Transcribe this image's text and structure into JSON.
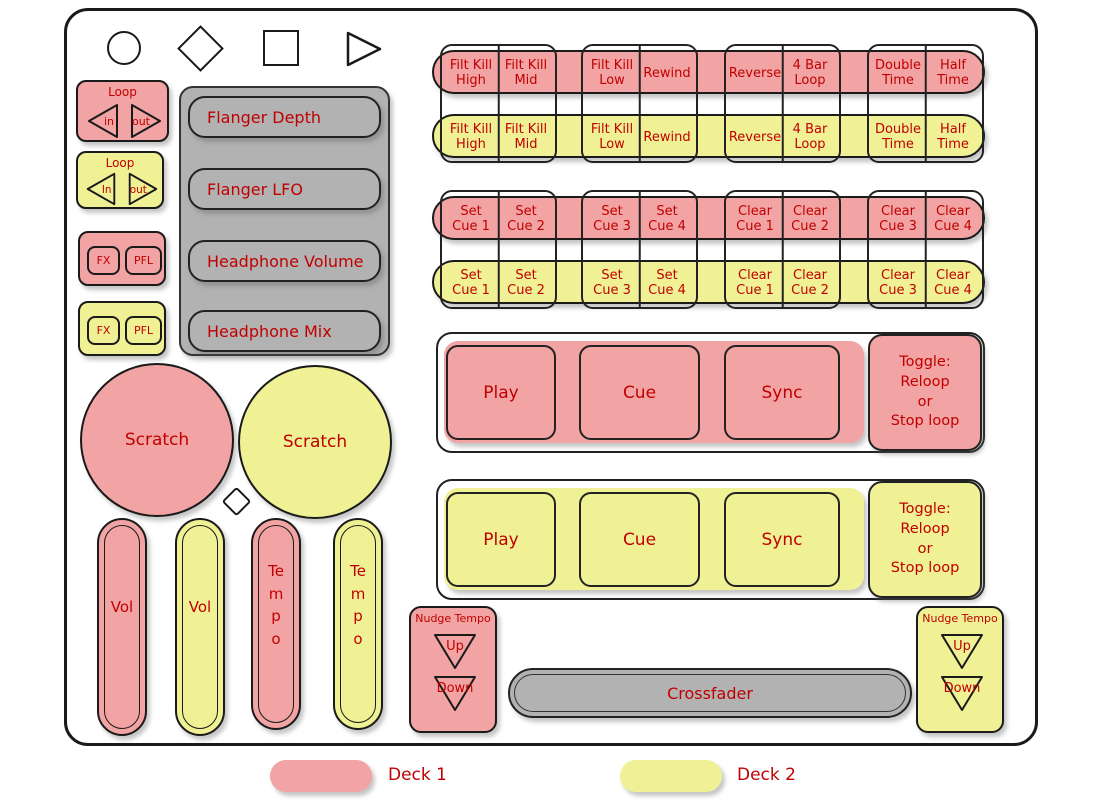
{
  "colors": {
    "deck1": "#f2a3a3",
    "deck2": "#f0f195",
    "gray": "#b2b2b2",
    "label": "#c00000",
    "outline": "#1a1a1a"
  },
  "left_panel": {
    "loop_deck1": {
      "title": "Loop",
      "in": "in",
      "out": "out"
    },
    "loop_deck2": {
      "title": "Loop",
      "in": "In",
      "out": "out"
    },
    "fx_deck1": {
      "fx": "FX",
      "pfl": "PFL"
    },
    "fx_deck2": {
      "fx": "FX",
      "pfl": "PFL"
    },
    "knobs": [
      "Flanger Depth",
      "Flanger LFO",
      "Headphone Volume",
      "Headphone Mix"
    ],
    "scratch_deck1": "Scratch",
    "scratch_deck2": "Scratch",
    "vol_deck1": "Vol",
    "vol_deck2": "Vol",
    "tempo_deck1": "Tempo",
    "tempo_deck2": "Tempo"
  },
  "kill_grid": {
    "deck1": [
      "Filt Kill\nHigh",
      "Filt Kill\nMid",
      "Filt Kill\nLow",
      "Rewind",
      "Reverse",
      "4 Bar\nLoop",
      "Double\nTime",
      "Half\nTime"
    ],
    "deck2": [
      "Filt Kill\nHigh",
      "Filt Kill\nMid",
      "Filt Kill\nLow",
      "Rewind",
      "Reverse",
      "4 Bar\nLoop",
      "Double\nTime",
      "Half\nTime"
    ]
  },
  "cue_grid": {
    "deck1": [
      "Set\nCue 1",
      "Set\nCue 2",
      "Set\nCue 3",
      "Set\nCue 4",
      "Clear\nCue 1",
      "Clear\nCue 2",
      "Clear\nCue 3",
      "Clear\nCue 4"
    ],
    "deck2": [
      "Set\nCue 1",
      "Set\nCue 2",
      "Set\nCue 3",
      "Set\nCue 4",
      "Clear\nCue 1",
      "Clear\nCue 2",
      "Clear\nCue 3",
      "Clear\nCue 4"
    ]
  },
  "transport_deck1": {
    "play": "Play",
    "cue": "Cue",
    "sync": "Sync",
    "toggle": "Toggle:\nReloop\nor\nStop loop"
  },
  "transport_deck2": {
    "play": "Play",
    "cue": "Cue",
    "sync": "Sync",
    "toggle": "Toggle:\nReloop\nor\nStop loop"
  },
  "nudge_deck1": {
    "title": "Nudge Tempo",
    "up": "Up",
    "down": "Down"
  },
  "nudge_deck2": {
    "title": "Nudge Tempo",
    "up": "Up",
    "down": "Down"
  },
  "crossfader_label": "Crossfader",
  "legend": {
    "deck1_label": "Deck 1",
    "deck2_label": "Deck 2"
  }
}
